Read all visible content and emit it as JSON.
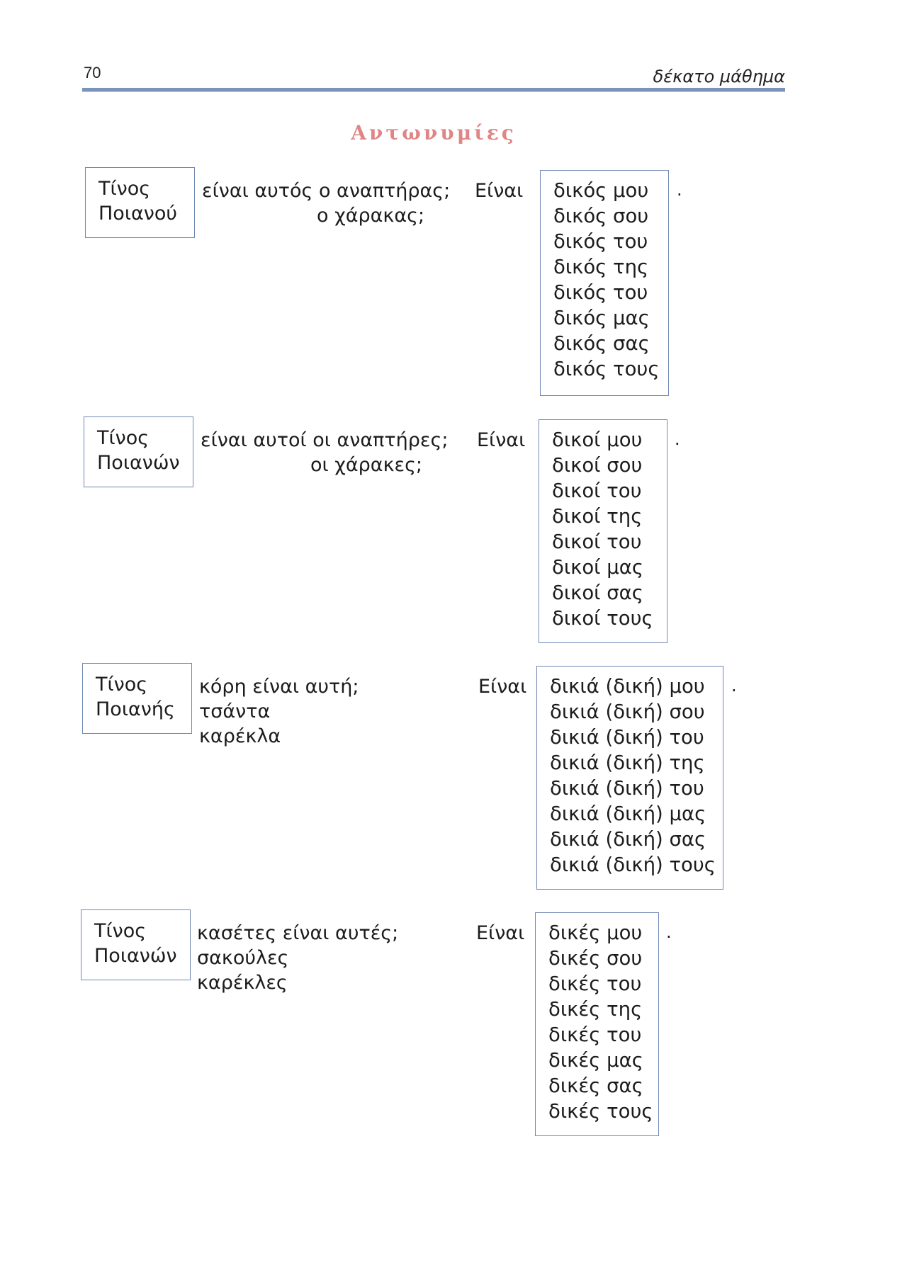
{
  "header": {
    "page_number": "70",
    "running_head": "δέκατο μάθημα"
  },
  "title": "Αντωνυμίες",
  "sections": [
    {
      "question": [
        "Τίνος",
        "Ποιανού"
      ],
      "subject": [
        "είναι αυτός ο αναπτήρας;",
        "ο χάρακας;"
      ],
      "verb": "Είναι",
      "answers": [
        "δικός μου",
        "δικός σου",
        "δικός του",
        "δικός της",
        "δικός του",
        "δικός μας",
        "δικός σας",
        "δικός τους"
      ],
      "period": "."
    },
    {
      "question": [
        "Τίνος",
        "Ποιανών"
      ],
      "subject": [
        "είναι αυτοί οι αναπτήρες;",
        "οι χάρακες;"
      ],
      "verb": "Είναι",
      "answers": [
        "δικοί μου",
        "δικοί σου",
        "δικοί του",
        "δικοί της",
        "δικοί του",
        "δικοί μας",
        "δικοί σας",
        "δικοί τους"
      ],
      "period": "."
    },
    {
      "question": [
        "Τίνος",
        "Ποιανής"
      ],
      "subject": [
        "κόρη είναι αυτή;",
        "τσάντα",
        "καρέκλα"
      ],
      "verb": "Είναι",
      "answers": [
        "δικιά (δική) μου",
        "δικιά (δική) σου",
        "δικιά (δική) του",
        "δικιά (δική) της",
        "δικιά (δική) του",
        "δικιά (δική) μας",
        "δικιά (δική) σας",
        "δικιά (δική) τους"
      ],
      "period": "."
    },
    {
      "question": [
        "Τίνος",
        "Ποιανών"
      ],
      "subject": [
        "κασέτες είναι αυτές;",
        "σακούλες",
        "καρέκλες"
      ],
      "verb": "Είναι",
      "answers": [
        "δικές μου",
        "δικές σου",
        "δικές του",
        "δικές της",
        "δικές του",
        "δικές μας",
        "δικές σας",
        "δικές τους"
      ],
      "period": "."
    }
  ]
}
